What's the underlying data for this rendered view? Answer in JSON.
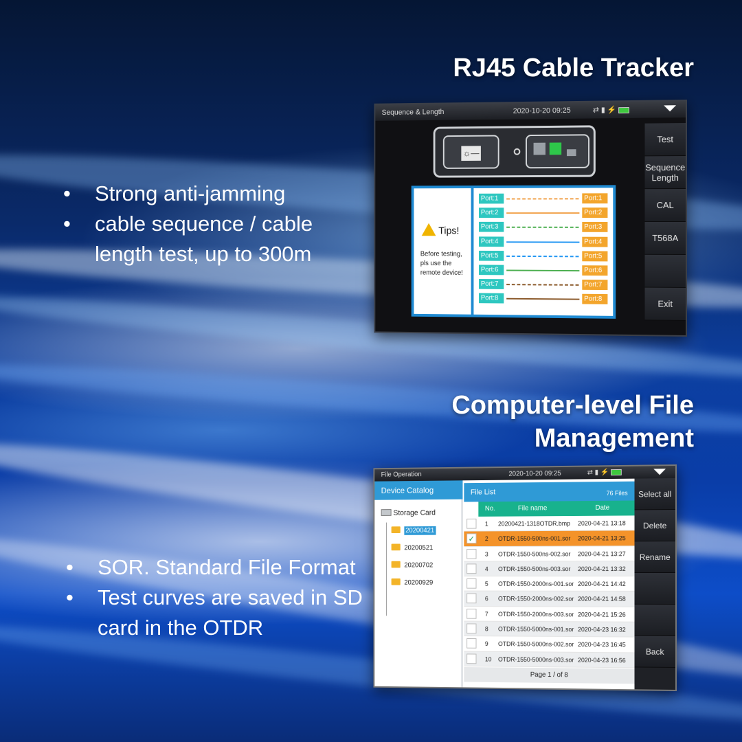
{
  "colors": {
    "accent": "#2f9ad6",
    "teal": "#2ec7c0",
    "orange": "#f3a52c",
    "select_orange": "#f4932a"
  },
  "top_section": {
    "heading": "RJ45 Cable Tracker",
    "bullets": [
      "Strong anti-jamming",
      "cable sequence / cable length test, up to 300m"
    ]
  },
  "bottom_section": {
    "heading_line1": "Computer-level File",
    "heading_line2": "Management",
    "bullets": [
      "SOR. Standard File Format",
      "Test curves are saved in SD card in the OTDR"
    ]
  },
  "screen1": {
    "title": "Sequence & Length",
    "datetime": "2020-10-20 09:25",
    "status_icons": "usb-icon battery-icon charging-icon",
    "buttons": [
      "Test",
      "Sequence Length",
      "CAL",
      "T568A",
      "",
      "Exit"
    ],
    "tips": {
      "title": "Tips!",
      "text": "Before testing, pls use the remote device!"
    },
    "ports_left": [
      "Port:1",
      "Port:2",
      "Port:3",
      "Port:4",
      "Port:5",
      "Port:6",
      "Port:7",
      "Port:8"
    ],
    "ports_right": [
      "Port:1",
      "Port:2",
      "Port:3",
      "Port:4",
      "Port:5",
      "Port:6",
      "Port:7",
      "Port:8"
    ],
    "wire_colors": [
      "#f1a24b",
      "#f1a24b",
      "#4caf50",
      "#2196f3",
      "#2196f3",
      "#4caf50",
      "#8b5a2b",
      "#8b5a2b"
    ],
    "wire_dashed": [
      true,
      false,
      true,
      false,
      true,
      false,
      true,
      false
    ]
  },
  "screen2": {
    "title": "File Operation",
    "datetime": "2020-10-20 09:25",
    "catalog_title": "Device Catalog",
    "storage_label": "Storage Card",
    "folders": [
      {
        "name": "20200421",
        "selected": true
      },
      {
        "name": "20200521",
        "selected": false
      },
      {
        "name": "20200702",
        "selected": false
      },
      {
        "name": "20200929",
        "selected": false
      }
    ],
    "list_title": "File List",
    "file_count": "76 Files",
    "columns": {
      "no": "No.",
      "name": "File name",
      "date": "Date"
    },
    "files": [
      {
        "no": "1",
        "name": "20200421-1318OTDR.bmp",
        "date": "2020-04-21 13:18",
        "checked": false
      },
      {
        "no": "2",
        "name": "OTDR-1550-500ns-001.sor",
        "date": "2020-04-21 13:25",
        "checked": true
      },
      {
        "no": "3",
        "name": "OTDR-1550-500ns-002.sor",
        "date": "2020-04-21 13:27",
        "checked": false
      },
      {
        "no": "4",
        "name": "OTDR-1550-500ns-003.sor",
        "date": "2020-04-21 13:32",
        "checked": false
      },
      {
        "no": "5",
        "name": "OTDR-1550-2000ns-001.sor",
        "date": "2020-04-21 14:42",
        "checked": false
      },
      {
        "no": "6",
        "name": "OTDR-1550-2000ns-002.sor",
        "date": "2020-04-21 14:58",
        "checked": false
      },
      {
        "no": "7",
        "name": "OTDR-1550-2000ns-003.sor",
        "date": "2020-04-21 15:26",
        "checked": false
      },
      {
        "no": "8",
        "name": "OTDR-1550-5000ns-001.sor",
        "date": "2020-04-23 16:32",
        "checked": false
      },
      {
        "no": "9",
        "name": "OTDR-1550-5000ns-002.sor",
        "date": "2020-04-23 16:45",
        "checked": false
      },
      {
        "no": "10",
        "name": "OTDR-1550-5000ns-003.sor",
        "date": "2020-04-23 16:56",
        "checked": false
      }
    ],
    "pager": "Page 1 / of 8",
    "buttons": [
      "Select all",
      "Delete",
      "Rename",
      "",
      "",
      "Back"
    ]
  }
}
